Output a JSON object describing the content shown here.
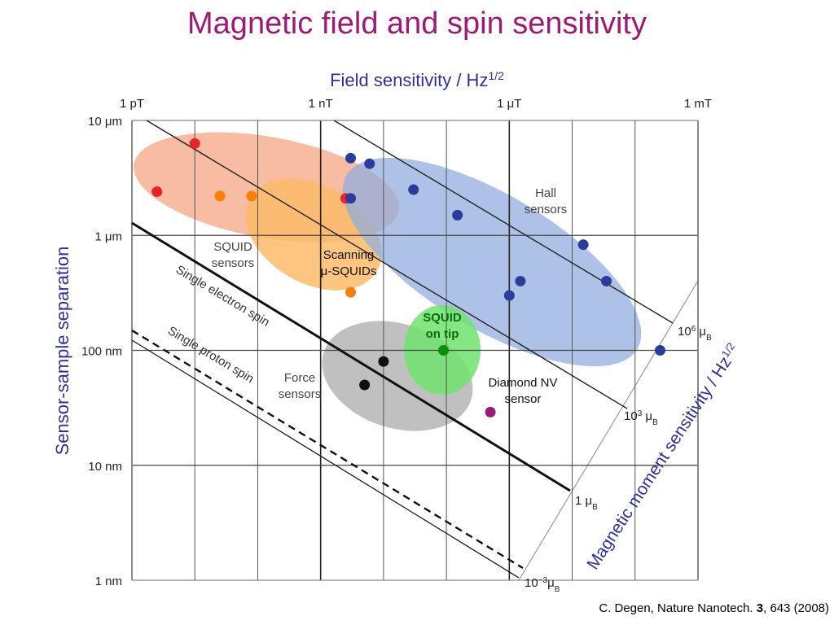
{
  "slide": {
    "title": "Magnetic field and spin sensitivity",
    "citation": {
      "prefix": "C. Degen, Nature Nanotech. ",
      "volume": "3",
      "suffix": ", 643 (2008)"
    }
  },
  "colors": {
    "title": "#9b1c72",
    "axis_title": "#2e3192",
    "squid_region": "#f4a582",
    "scanning_squid_region": "#fdbb6a",
    "hall_region": "#92aedd",
    "force_region": "#b5b5b5",
    "squid_tip_region": "#6ee36e",
    "squid_points": "#e8242a",
    "scanning_squid_points": "#f97f08",
    "hall_points": "#2b3c9c",
    "force_points": "#111111",
    "squid_tip_point": "#0a8f0a",
    "nv_point": "#9b1a74"
  },
  "chart_data": {
    "type": "scatter",
    "x_axis": {
      "title": "Field sensitivity / Hz",
      "title_exponent": "1/2",
      "scale": "log",
      "ticks": [
        {
          "label": "1 pT",
          "value": 1e-12
        },
        {
          "label": "1 nT",
          "value": 1e-09
        },
        {
          "label": "1 μT",
          "value": 1e-06
        },
        {
          "label": "1 mT",
          "value": 0.001
        }
      ],
      "range": [
        1e-12,
        0.001
      ]
    },
    "y_axis": {
      "title": "Sensor-sample separation",
      "scale": "log",
      "ticks": [
        {
          "label": "1 nm",
          "value": 1e-09
        },
        {
          "label": "10 nm",
          "value": 1e-08
        },
        {
          "label": "100 nm",
          "value": 1e-07
        },
        {
          "label": "1 μm",
          "value": 1e-06
        },
        {
          "label": "10 μm",
          "value": 1e-05
        }
      ],
      "range": [
        1e-09,
        1e-05
      ]
    },
    "moment_axis": {
      "title": "Magnetic moment sensitivity / Hz",
      "title_exponent": "1/2",
      "ticks": [
        {
          "mantissa": "10",
          "exponent": "−3",
          "unit": "μ",
          "sub": "B"
        },
        {
          "mantissa": "1",
          "exponent": "",
          "unit": " μ",
          "sub": "B"
        },
        {
          "mantissa": "10",
          "exponent": "3",
          "unit": " μ",
          "sub": "B"
        },
        {
          "mantissa": "10",
          "exponent": "6",
          "unit": " μ",
          "sub": "B"
        }
      ]
    },
    "reference_lines": [
      {
        "name": "Single electron spin",
        "style": "solid-thick"
      },
      {
        "name": "Single proton spin",
        "style": "dashed"
      }
    ],
    "regions": [
      {
        "name": "SQUID sensors",
        "label_lines": [
          "SQUID",
          "sensors"
        ],
        "color_key": "squid_region"
      },
      {
        "name": "Scanning μ-SQUIDs",
        "label_lines": [
          "Scanning",
          "μ-SQUIDs"
        ],
        "color_key": "scanning_squid_region"
      },
      {
        "name": "Hall sensors",
        "label_lines": [
          "Hall",
          "sensors"
        ],
        "color_key": "hall_region"
      },
      {
        "name": "Force sensors",
        "label_lines": [
          "Force",
          "sensors"
        ],
        "color_key": "force_region"
      },
      {
        "name": "SQUID on tip",
        "label_lines": [
          "SQUID",
          "on tip"
        ],
        "color_key": "squid_tip_region"
      },
      {
        "name": "Diamond NV sensor",
        "label_lines": [
          "Diamond NV",
          "sensor"
        ],
        "color_key": "nv_point"
      }
    ],
    "series": [
      {
        "name": "SQUID sensors",
        "color_key": "squid_points",
        "points": [
          [
            2.5e-12,
            2.4e-06
          ],
          [
            1e-11,
            6.3e-06
          ],
          [
            2.5e-09,
            2.1e-06
          ]
        ]
      },
      {
        "name": "Scanning μ-SQUIDs",
        "color_key": "scanning_squid_points",
        "points": [
          [
            2.5e-11,
            2.2e-06
          ],
          [
            8e-11,
            2.2e-06
          ],
          [
            3e-09,
            3.2e-07
          ]
        ]
      },
      {
        "name": "Hall sensors",
        "color_key": "hall_points",
        "points": [
          [
            3e-09,
            4.7e-06
          ],
          [
            3e-09,
            2.1e-06
          ],
          [
            6e-09,
            4.2e-06
          ],
          [
            3e-08,
            2.5e-06
          ],
          [
            1.5e-07,
            1.5e-06
          ],
          [
            1e-06,
            3e-07
          ],
          [
            1.5e-06,
            4e-07
          ],
          [
            1.5e-05,
            8.3e-07
          ],
          [
            3.5e-05,
            4e-07
          ],
          [
            0.00025,
            1e-07
          ]
        ]
      },
      {
        "name": "Force sensors",
        "color_key": "force_points",
        "points": [
          [
            5e-09,
            5e-08
          ],
          [
            1e-08,
            8e-08
          ]
        ]
      },
      {
        "name": "SQUID on tip",
        "color_key": "squid_tip_point",
        "points": [
          [
            9e-08,
            1e-07
          ]
        ]
      },
      {
        "name": "Diamond NV sensor",
        "color_key": "nv_point",
        "points": [
          [
            5e-07,
            2.9e-08
          ]
        ]
      }
    ]
  }
}
